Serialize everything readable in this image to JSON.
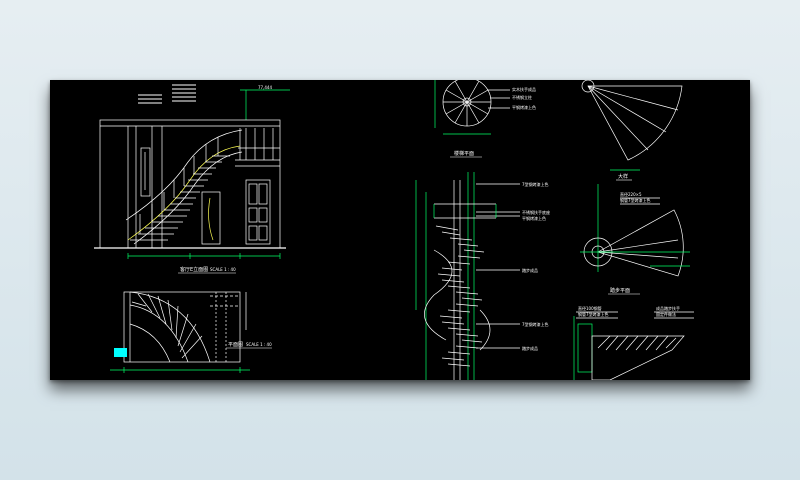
{
  "drawing": {
    "left_panel": {
      "elevation_title": "客厅E立面图",
      "elevation_scale": "SCALE 1 : 40",
      "plan_title": "平面图",
      "plan_scale": "SCALE 1 : 40",
      "top_dim": "77,444"
    },
    "right_panel": {
      "plan_label": "楼梯平面",
      "detail_a_label": "大样",
      "detail_b_label": "踏步平面",
      "callouts": [
        "实木扶手成品",
        "不锈钢立柱",
        "平钢烤漆上色",
        "7型钢烤漆上色",
        "不锈钢扶手底座",
        "平钢烤漆上色",
        "踏步成品",
        "7型钢烤漆上色",
        "直径220×5",
        "钢管7型烤漆上色",
        "直径100钢管",
        "钢管7型烤漆上色",
        "成品踏步扶手",
        "固定件做法"
      ]
    },
    "colors": {
      "sheet": "#000000",
      "line": "#ffffff",
      "dimension": "#00ff66",
      "yellow": "#ffff55",
      "cyan": "#00ffff"
    }
  }
}
